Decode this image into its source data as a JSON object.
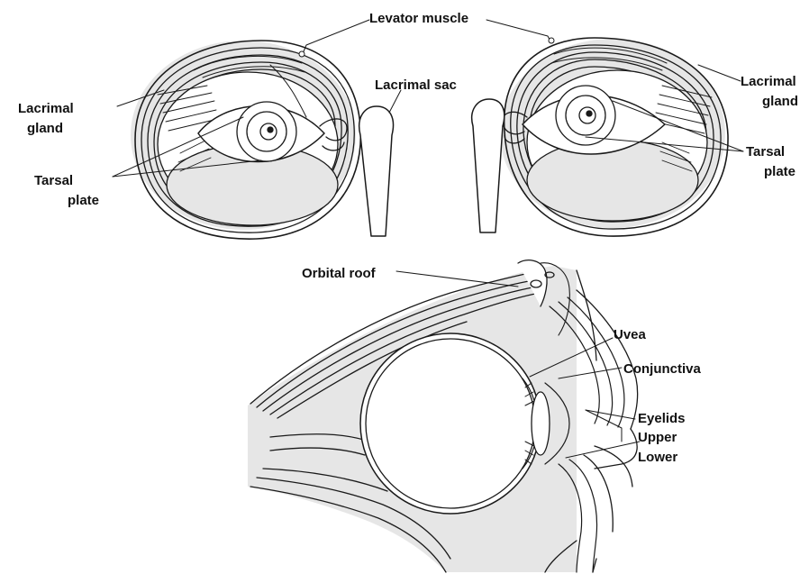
{
  "labels": {
    "levator_muscle": "Levator muscle",
    "lacrimal_sac": "Lacrimal sac",
    "lacrimal_gland_left_1": "Lacrimal",
    "lacrimal_gland_left_2": "gland",
    "lacrimal_gland_right_1": "Lacrimal",
    "lacrimal_gland_right_2": "gland",
    "tarsal_plate_left_1": "Tarsal",
    "tarsal_plate_left_2": "plate",
    "tarsal_plate_right_1": "Tarsal",
    "tarsal_plate_right_2": "plate",
    "orbital_roof": "Orbital roof",
    "uvea": "Uvea",
    "conjunctiva": "Conjunctiva",
    "eyelids": "Eyelids",
    "upper": "Upper",
    "lower": "Lower"
  },
  "colors": {
    "line": "#1a1a1a",
    "shade": "#e6e6e6",
    "shade_dark": "#d2d2d2",
    "paper": "#ffffff"
  }
}
